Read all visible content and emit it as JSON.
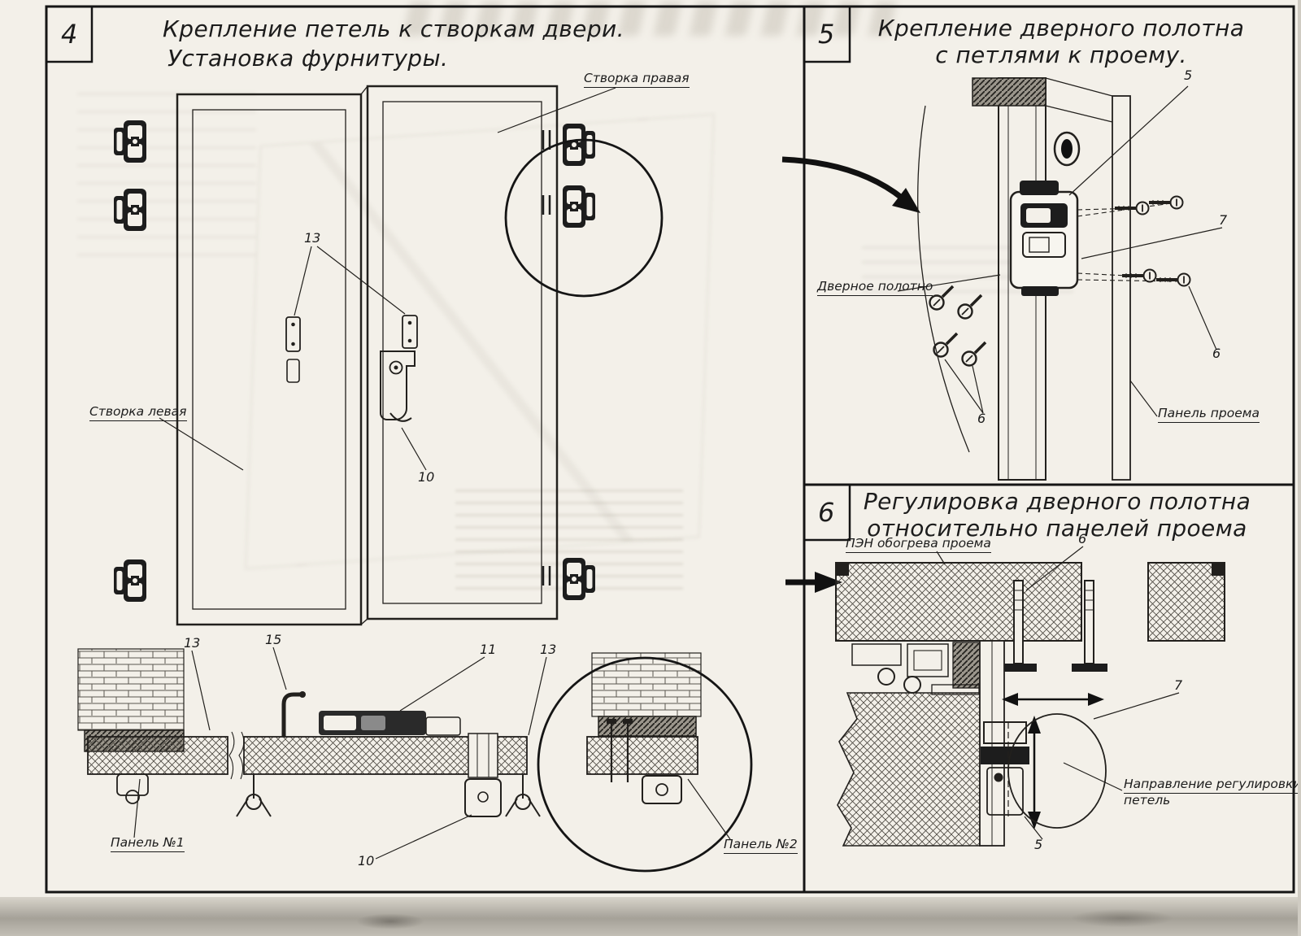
{
  "panel4": {
    "number": "4",
    "title_line1": "Крепление петель к створкам двери.",
    "title_line2": "Установка фурнитуры.",
    "label_right_leaf": "Створка правая",
    "label_left_leaf": "Створка левая",
    "label_panel1": "Панель №1",
    "label_panel2": "Панель №2",
    "ref_13": "13",
    "ref_10": "10",
    "ref_15": "15",
    "ref_11": "11"
  },
  "panel5": {
    "number": "5",
    "title_line1": "Крепление дверного полотна",
    "title_line2": "с петлями к проему.",
    "label_door_leaf": "Дверное полотно",
    "label_opening_panel": "Панель проема",
    "ref_5": "5",
    "ref_6": "6",
    "ref_7": "7"
  },
  "panel6": {
    "number": "6",
    "title_line1": "Регулировка дверного полотна",
    "title_line2": "относительно панелей проема",
    "label_heater": "ПЭН обогрева проема",
    "label_direction_line1": "Направление регулировки",
    "label_direction_line2": "петель",
    "ref_5": "5",
    "ref_6": "6",
    "ref_7": "7"
  },
  "colors": {
    "ink": "#1c1c1c",
    "paper": "#f3f0e9"
  }
}
